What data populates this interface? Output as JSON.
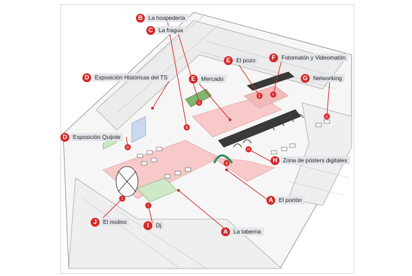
{
  "accent": "#d42a2a",
  "label_bg": "#e3e6ea",
  "zone_pink": "#f7c9c9",
  "zone_green": "#cfe8c8",
  "zone_blue": "#cbd9f0",
  "callouts": [
    {
      "key": "b-hospederia",
      "letter": "B",
      "label": "La hospedería"
    },
    {
      "key": "c-fragua",
      "letter": "C",
      "label": "La fragua"
    },
    {
      "key": "e-pozo",
      "letter": "E",
      "label": "El pozo"
    },
    {
      "key": "f-fotomaton",
      "letter": "F",
      "label": "Fotomatón y Videomatón"
    },
    {
      "key": "d-exposicion-ts",
      "letter": "D",
      "label": "Exposición Históricas del TS"
    },
    {
      "key": "e-mercado",
      "letter": "E",
      "label": "Mercado"
    },
    {
      "key": "g-networking",
      "letter": "G",
      "label": "Networking"
    },
    {
      "key": "d-exposicion-quijote",
      "letter": "D",
      "label": "Exposición Quijote"
    },
    {
      "key": "h-posters",
      "letter": "H",
      "label": "Zona de pósters digitales"
    },
    {
      "key": "a-porton",
      "letter": "A",
      "label": "El portón"
    },
    {
      "key": "j-molino",
      "letter": "J",
      "label": "El molino"
    },
    {
      "key": "i-dj",
      "letter": "I",
      "label": "Dj"
    },
    {
      "key": "a-taberna",
      "letter": "A",
      "label": "La taberna"
    }
  ],
  "markers": [
    "A",
    "B",
    "C",
    "D",
    "E",
    "F",
    "G",
    "H",
    "I",
    "J"
  ]
}
